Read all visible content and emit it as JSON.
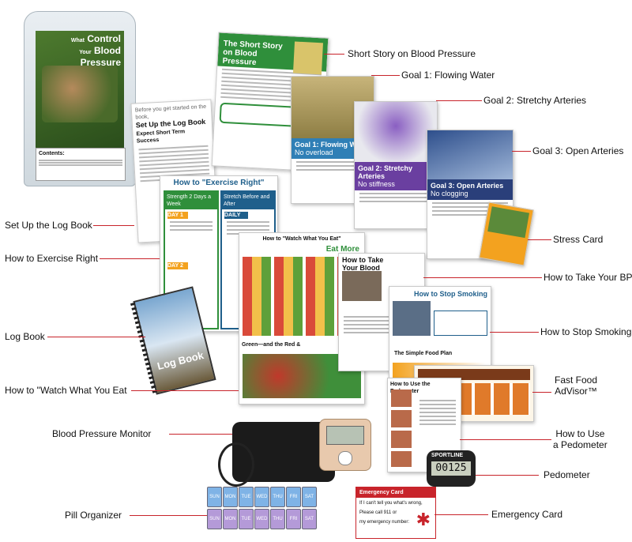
{
  "bag": {
    "title_what": "What",
    "title_you": "You",
    "title_need": "Need",
    "title_to": "to",
    "title_control": "Control",
    "title_your": "Your",
    "title_blood": "Blood",
    "title_pressure": "Pressure",
    "contents": "Contents:"
  },
  "pages": {
    "short_story": {
      "title": "The Short Story on Blood Pressure"
    },
    "log_intro": {
      "intro": "Before you get started on the book,",
      "title": "Set Up the Log Book",
      "sub": "Expect Short Term Success"
    },
    "goal1": {
      "title": "Goal 1: Flowing Water",
      "sub": "No overload"
    },
    "goal2": {
      "title": "Goal 2: Stretchy Arteries",
      "sub": "No stiffness"
    },
    "goal3": {
      "title": "Goal 3: Open Arteries",
      "sub": "No clogging"
    },
    "exercise": {
      "title": "How to \"Exercise Right\"",
      "col1": "Strength 2 Days a Week",
      "col2": "Stretch Before and After",
      "day1": "DAY 1",
      "daily": "DAILY",
      "day2": "DAY 2"
    },
    "watch": {
      "title": "How to \"Watch What You Eat\"",
      "eat_more": "Eat More",
      "green_red": "Green—and the Red &"
    },
    "take_bp": {
      "title": "How to Take Your Blood Pressure"
    },
    "smoking": {
      "title": "How to Stop Smoking",
      "food_plan": "The Simple Food Plan"
    },
    "pedometer": {
      "title": "How to Use the Pedometer"
    },
    "log_book": {
      "title": "Log Book"
    },
    "emergency": {
      "title": "Emergency Card",
      "line1": "If I can't tell you what's wrong,",
      "line2": "Please call 911 or",
      "line3": "my emergency number:"
    },
    "pedometer_device": {
      "brand": "SPORTLINE",
      "reading": "00125"
    },
    "pill_days": [
      "SUN",
      "MON",
      "TUE",
      "WED",
      "THU",
      "FRI",
      "SAT"
    ]
  },
  "labels": {
    "short_story": "Short Story on Blood Pressure",
    "goal1": "Goal 1: Flowing Water",
    "goal2": "Goal 2: Stretchy Arteries",
    "goal3": "Goal 3: Open Arteries",
    "log_setup": "Set Up the Log Book",
    "stress": "Stress Card",
    "exercise": "How to Exercise Right",
    "take_bp": "How to Take Your BP",
    "log_book": "Log Book",
    "stop_smoking": "How to Stop Smoking",
    "watch": "How to \"Watch  What You Eat",
    "fast_food_1": "Fast Food",
    "fast_food_2": "AdVisor™",
    "bp_monitor": "Blood Pressure Monitor",
    "pedometer_use_1": "How to Use",
    "pedometer_use_2": "a Pedometer",
    "pedometer": "Pedometer",
    "pill": "Pill Organizer",
    "emergency": "Emergency Card"
  },
  "colors": {
    "accent_red": "#c8242b",
    "green": "#2f8f3b",
    "blue": "#1f5f8b",
    "purple": "#6a3fa0"
  }
}
